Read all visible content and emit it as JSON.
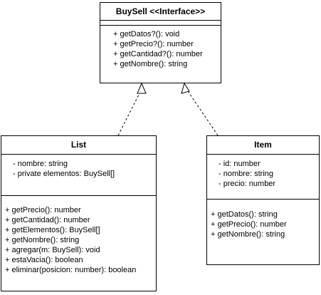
{
  "diagram": {
    "interface": {
      "title": "BuySell <<Interface>>",
      "attributes": [],
      "methods": [
        "+ getDatos?(): void",
        "+ getPrecio?(): number",
        "+ getCantidad?(): number",
        "+ getNombre(): string"
      ]
    },
    "list": {
      "title": "List",
      "attributes": [
        "- nombre: string",
        "- private elementos: BuySell[]"
      ],
      "methods": [
        "+ getPrecio(): number",
        "+ getCantidad(): number",
        "+ getElementos(): BuySell[]",
        "+ getNombre(): string",
        "+ agregar(m: BuySell): void",
        "+ estaVacia(): boolean",
        "+ eliminar(posicion: number): boolean"
      ]
    },
    "item": {
      "title": "Item",
      "attributes": [
        "- id: number",
        "- nombre: string",
        "- precio: number"
      ],
      "methods": [
        "+ getDatos(): string",
        "+ getPrecio(): number",
        "+ getNombre(): string"
      ]
    },
    "relations": [
      {
        "from": "list",
        "to": "interface",
        "type": "realization"
      },
      {
        "from": "item",
        "to": "interface",
        "type": "realization"
      }
    ]
  }
}
